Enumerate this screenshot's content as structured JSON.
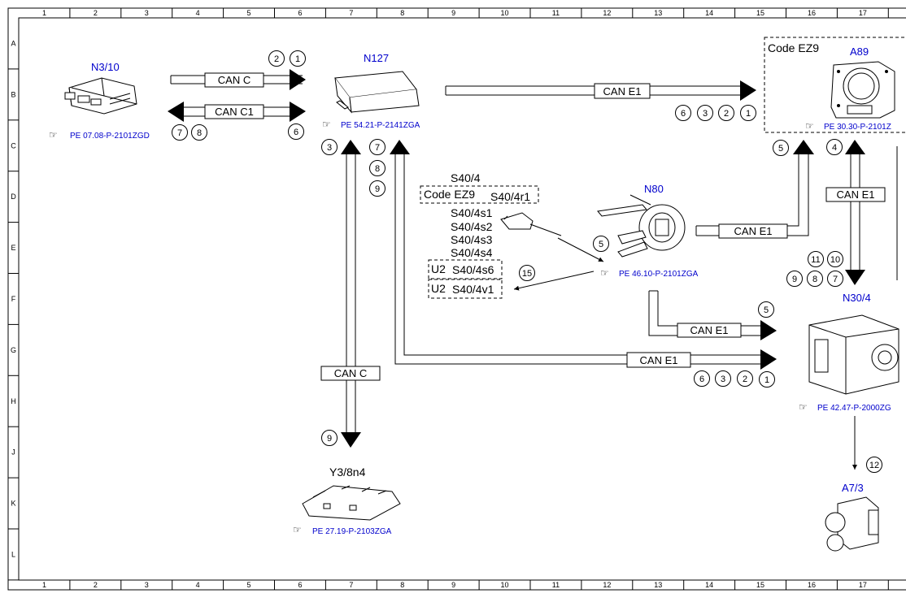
{
  "frame": {
    "cols": [
      "1",
      "2",
      "3",
      "4",
      "5",
      "6",
      "7",
      "8",
      "9",
      "10",
      "11",
      "12",
      "13",
      "14",
      "15",
      "16",
      "17"
    ],
    "rows": [
      "A",
      "B",
      "C",
      "D",
      "E",
      "F",
      "G",
      "H",
      "J",
      "K",
      "L"
    ]
  },
  "components": {
    "n3_10": {
      "label": "N3/10",
      "ref": "PE 07.08-P-2101ZGD"
    },
    "n127": {
      "label": "N127",
      "ref": "PE 54.21-P-2141ZGA"
    },
    "a89": {
      "label": "A89",
      "code": "Code EZ9",
      "ref": "PE 30.30-P-2101Z"
    },
    "n80": {
      "label": "N80",
      "ref": "PE 46.10-P-2101ZGA"
    },
    "n30_4": {
      "label": "N30/4",
      "ref": "PE 42.47-P-2000ZG"
    },
    "y3_8n4": {
      "label": "Y3/8n4",
      "ref": "PE 27.19-P-2103ZGA"
    },
    "a7_3": {
      "label": "A7/3"
    },
    "s40": {
      "s40_4": "S40/4",
      "code": "Code EZ9",
      "s40_4r1": "S40/4r1",
      "s40_4s1": "S40/4s1",
      "s40_4s2": "S40/4s2",
      "s40_4s3": "S40/4s3",
      "s40_4s4": "S40/4s4",
      "u2a": "U2",
      "s40_4s6": "S40/4s6",
      "u2b": "U2",
      "s40_4v1": "S40/4v1"
    }
  },
  "buses": {
    "can_c_top": "CAN C",
    "can_c1": "CAN C1",
    "can_e1_top": "CAN E1",
    "can_c_vert": "CAN C",
    "can_e1_n80": "CAN E1",
    "can_e1_right": "CAN E1",
    "can_e1_mid": "CAN E1",
    "can_e1_low": "CAN E1"
  },
  "callouts": {
    "c_2a": "2",
    "c_1a": "1",
    "c_6a": "6",
    "c_7a": "7",
    "c_8a": "8",
    "c_6b": "6",
    "c_3b": "3",
    "c_2b": "2",
    "c_1b": "1",
    "c_3c": "3",
    "c_7c": "7",
    "c_8c": "8",
    "c_9c": "9",
    "c_5d": "5",
    "c_4d": "4",
    "c_5e": "5",
    "c_15e": "15",
    "c_11": "11",
    "c_10": "10",
    "c_9f": "9",
    "c_8f": "8",
    "c_7f": "7",
    "c_5g": "5",
    "c_6h": "6",
    "c_3h": "3",
    "c_2h": "2",
    "c_1h": "1",
    "c_9j": "9",
    "c_12": "12"
  }
}
